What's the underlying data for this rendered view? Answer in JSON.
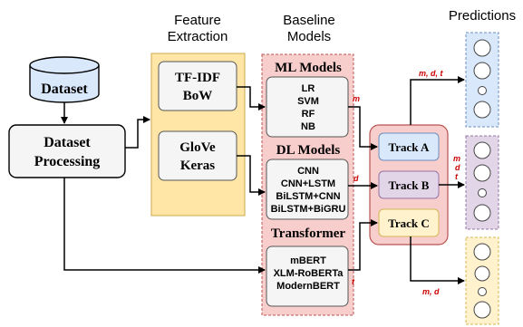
{
  "headers": {
    "feature_line1": "Feature",
    "feature_line2": "Extraction",
    "baseline_line1": "Baseline",
    "baseline_line2": "Models",
    "predictions": "Predictions"
  },
  "dataset": {
    "label": "Dataset"
  },
  "processing": {
    "line1": "Dataset",
    "line2": "Processing"
  },
  "features": {
    "group1_line1": "TF-IDF",
    "group1_line2": "BoW",
    "group2_line1": "GloVe",
    "group2_line2": "Keras"
  },
  "models": {
    "ml_title": "ML Models",
    "ml_items": [
      "LR",
      "SVM",
      "RF",
      "NB"
    ],
    "dl_title": "DL Models",
    "dl_items": [
      "CNN",
      "CNN+LSTM",
      "BiLSTM+CNN",
      "BiLSTM+BiGRU"
    ],
    "tr_title": "Transformer",
    "tr_items": [
      "mBERT",
      "XLM-RoBERTa",
      "ModernBERT"
    ]
  },
  "tracks": {
    "a": "Track A",
    "b": "Track B",
    "c": "Track C"
  },
  "edge_labels": {
    "ml_to_a": "m",
    "dl_to_b": "d",
    "tr_to_c": "t",
    "a_out": "m, d, t",
    "b_out_1": "m",
    "b_out_2": "d",
    "b_out_3": "t",
    "c_out": "m, d"
  },
  "colors": {
    "dataset_fill": "#dae8fc",
    "processing_fill": "#f5f5f5",
    "feature_fill": "#ffe6a6",
    "models_fill": "#f8cecc",
    "tracks_fill": "#f8cecc",
    "track_a_fill": "#dae8fc",
    "track_b_fill": "#e1d5e7",
    "track_c_fill": "#fff2cc",
    "edge_label": "#cc0000"
  }
}
